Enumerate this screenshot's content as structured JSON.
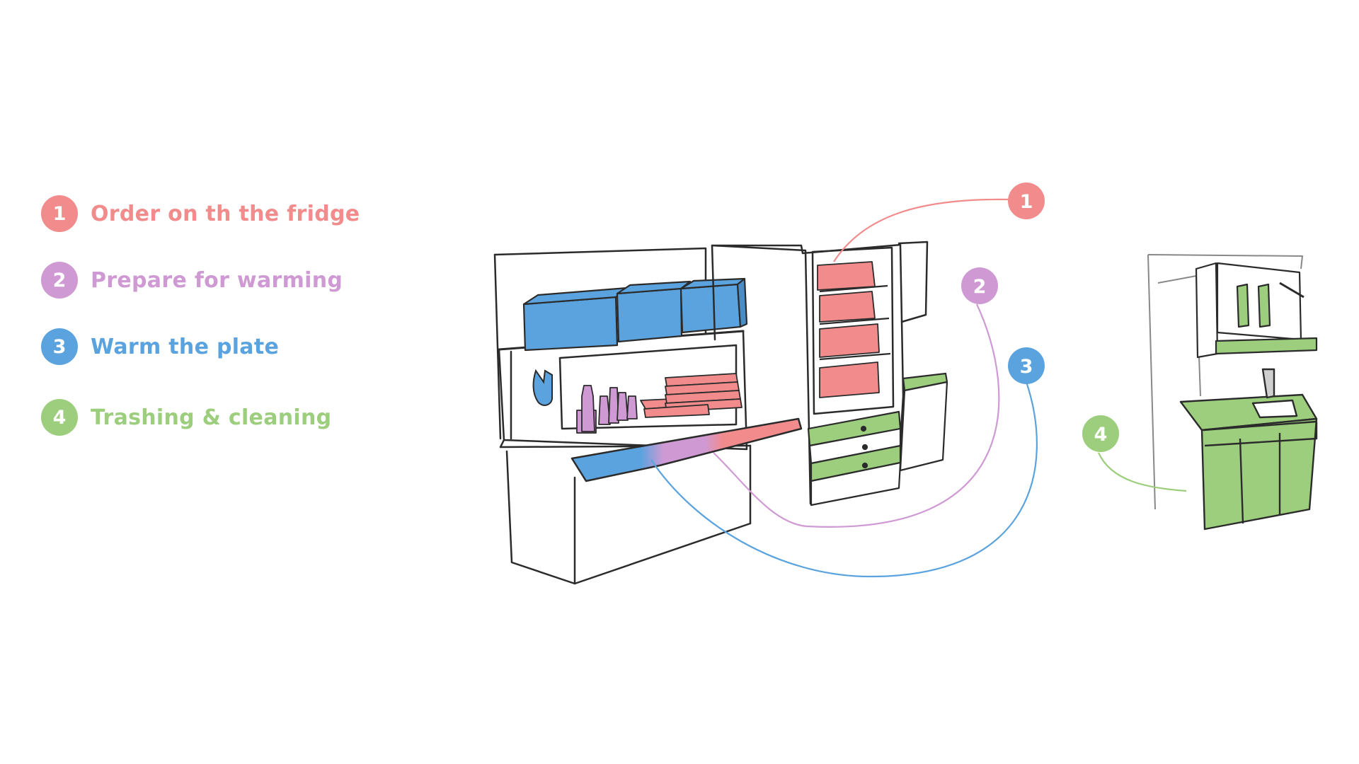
{
  "legend": [
    {
      "number": "1",
      "label": "Order on th the fridge",
      "color": "#f28b8b"
    },
    {
      "number": "2",
      "label": "Prepare for warming",
      "color": "#cf9ad4"
    },
    {
      "number": "3",
      "label": "Warm the plate",
      "color": "#5aa3de"
    },
    {
      "number": "4",
      "label": "Trashing & cleaning",
      "color": "#9cce7d"
    }
  ],
  "callouts": [
    "1",
    "2",
    "3",
    "4"
  ],
  "colors": {
    "order": "#f28b8b",
    "prepare": "#cf9ad4",
    "warm": "#5aa3de",
    "clean": "#9cce7d",
    "sketch_line": "#2b2b2b"
  }
}
